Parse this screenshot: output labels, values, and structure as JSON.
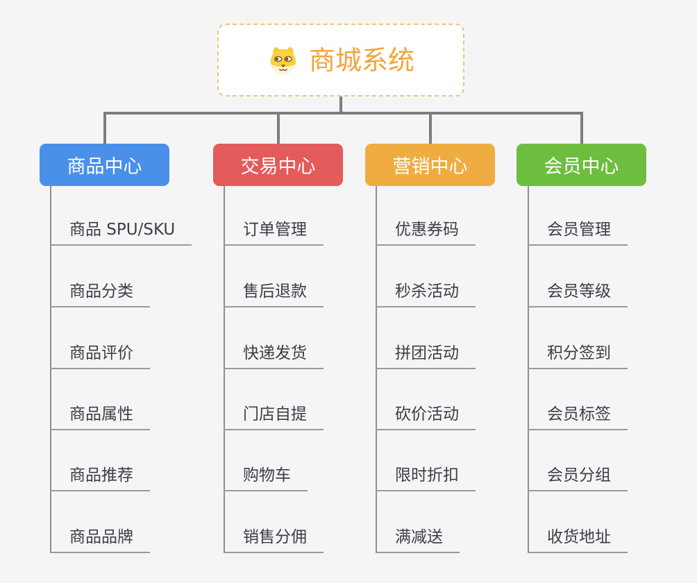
{
  "root": {
    "label": "商城系统",
    "icon": "dog-face-icon",
    "text_color": "#F0A63C",
    "border_color": "#F2C57A",
    "background": "#FFFFFF"
  },
  "connector_color": "#7D7D7D",
  "leaf_line_color": "#9A9A9A",
  "canvas_background": "#F5F5F6",
  "branches": [
    {
      "label": "商品中心",
      "color": "#4A90E8",
      "items": [
        "商品 SPU/SKU",
        "商品分类",
        "商品评价",
        "商品属性",
        "商品推荐",
        "商品品牌"
      ]
    },
    {
      "label": "交易中心",
      "color": "#E45B5B",
      "items": [
        "订单管理",
        "售后退款",
        "快递发货",
        "门店自提",
        "购物车",
        "销售分佣"
      ]
    },
    {
      "label": "营销中心",
      "color": "#EFAD41",
      "items": [
        "优惠券码",
        "秒杀活动",
        "拼团活动",
        "砍价活动",
        "限时折扣",
        "满减送"
      ]
    },
    {
      "label": "会员中心",
      "color": "#6DBE3F",
      "items": [
        "会员管理",
        "会员等级",
        "积分签到",
        "会员标签",
        "会员分组",
        "收货地址"
      ]
    }
  ]
}
